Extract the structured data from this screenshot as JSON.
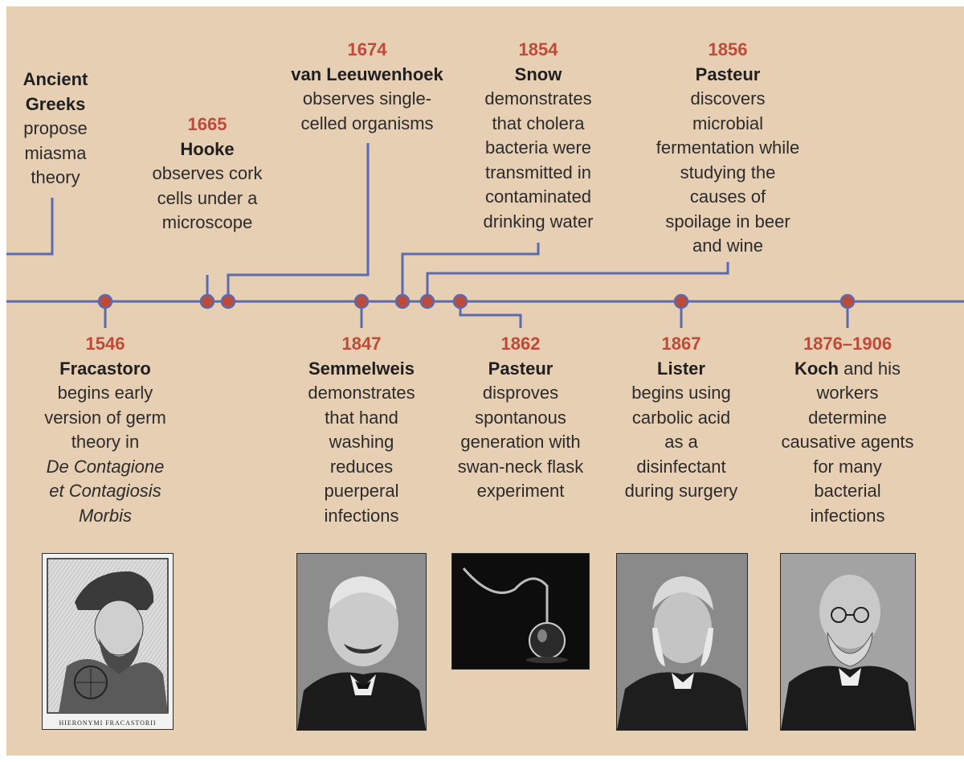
{
  "colors": {
    "background": "#e7cfb4",
    "timeline_line": "#5a6aaf",
    "dot": "#c04a38",
    "year_text": "#c04a38",
    "body_text": "#2b2b2b"
  },
  "events": [
    {
      "id": "greeks",
      "year": "",
      "name": "Ancient Greeks",
      "desc": "propose miasma theory",
      "italic": ""
    },
    {
      "id": "hooke",
      "year": "1665",
      "name": "Hooke",
      "desc": "observes cork cells under a microscope",
      "italic": ""
    },
    {
      "id": "leeuwenhoek",
      "year": "1674",
      "name": "van Leeuwenhoek",
      "desc": "observes single-celled organisms",
      "italic": ""
    },
    {
      "id": "snow",
      "year": "1854",
      "name": "Snow",
      "desc": "demonstrates that cholera bacteria were transmitted in contaminated drinking water",
      "italic": ""
    },
    {
      "id": "pasteur1856",
      "year": "1856",
      "name": "Pasteur",
      "desc": "discovers microbial fermentation while studying the causes of spoilage in beer and wine",
      "italic": ""
    },
    {
      "id": "fracastoro",
      "year": "1546",
      "name": "Fracastoro",
      "desc": "begins early version of germ theory in",
      "italic": "De Contagione et Contagiosis Morbis"
    },
    {
      "id": "semmelweis",
      "year": "1847",
      "name": "Semmelweis",
      "desc": "demonstrates that hand washing reduces puerperal infections",
      "italic": ""
    },
    {
      "id": "pasteur1862",
      "year": "1862",
      "name": "Pasteur",
      "desc": "disproves spontanous generation with swan-neck flask experiment",
      "italic": ""
    },
    {
      "id": "lister",
      "year": "1867",
      "name": "Lister",
      "desc": "begins using carbolic acid as a disinfectant during surgery",
      "italic": ""
    },
    {
      "id": "koch",
      "year": "1876–1906",
      "name": "Koch",
      "desc": "and his workers determine causative agents for many bacterial infections",
      "italic": ""
    }
  ],
  "photos": {
    "fracastoro_caption": "HIERONYMI FRACASTORII"
  }
}
